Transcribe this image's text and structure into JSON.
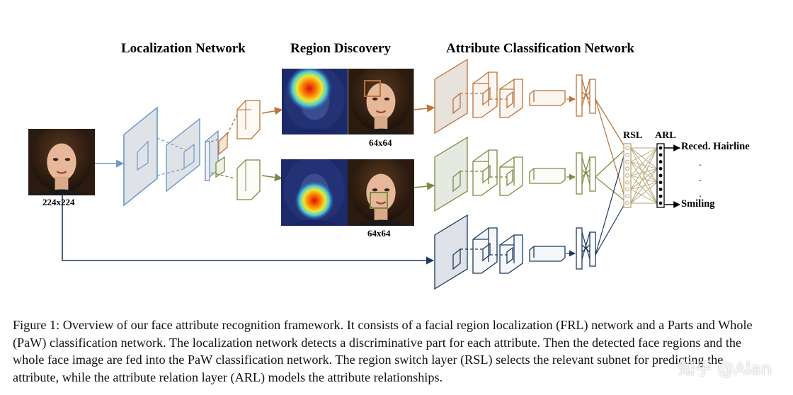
{
  "titles": {
    "localization": "Localization Network",
    "region": "Region Discovery",
    "attribute": "Attribute Classification Network"
  },
  "sizes": {
    "input": "224x224",
    "crop_top": "64x64",
    "crop_mid": "64x64"
  },
  "layers": {
    "rsl": "RSL",
    "arl": "ARL"
  },
  "outputs": {
    "first": "Reced. Hairline",
    "last": "Smiling",
    "ellipsis": "·"
  },
  "caption": "Figure 1: Overview of our face attribute recognition framework. It consists of a facial region localization (FRL) network and a Parts and Whole (PaW) classification network. The localization network detects a discriminative part for each attribute. Then the detected face regions and the whole face image are fed into the PaW classification network. The region switch layer (RSL) selects the relevant subnet for predicting the attribute, while the attribute relation layer (ARL) models the attribute relationships.",
  "watermark": "知乎 @Alan",
  "colors": {
    "blue": "#6f99c8",
    "orange": "#b9733a",
    "green": "#7b8a44",
    "navy": "#1c3a5e",
    "tan": "#b7a676"
  }
}
